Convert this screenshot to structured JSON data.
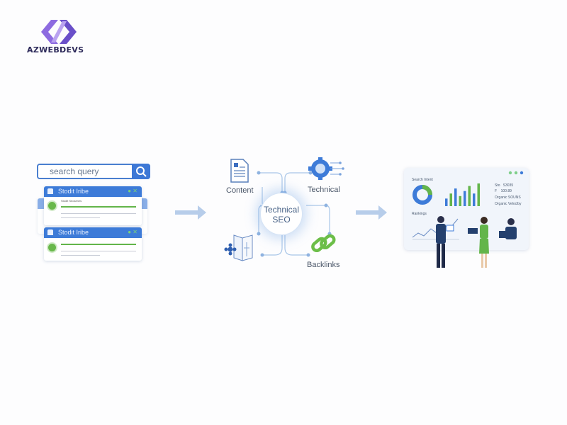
{
  "brand": {
    "name": "AZWEBDEVS",
    "colors": {
      "primary": "#7b5cd6",
      "dark": "#2d2a5a"
    }
  },
  "search_panel": {
    "search_placeholder": "search query",
    "search_icon": "magnifier-icon",
    "results": [
      {
        "title": "Stodit Iribe",
        "subtitle": "Stodit Seosenes"
      },
      {
        "title": "Stodit Iribe",
        "subtitle": ""
      }
    ]
  },
  "hub": {
    "center": "Technical SEO",
    "nodes": [
      {
        "label": "Content",
        "icon": "document-icon"
      },
      {
        "label": "Technical",
        "icon": "gear-circuit-icon"
      },
      {
        "label": "",
        "icon": "puzzle-map-icon"
      },
      {
        "label": "Backlinks",
        "icon": "chain-link-icon"
      }
    ]
  },
  "dashboard": {
    "search_intent": "Search Intent",
    "rankings": "Rankings",
    "stats": [
      {
        "k": "Sto",
        "v": "S3035"
      },
      {
        "k": "F",
        "v": "100.89"
      }
    ],
    "notes": [
      "Organic SOUNS",
      "Organic Veloclby"
    ],
    "bar_values": [
      3,
      5,
      7,
      4,
      6,
      8,
      5,
      9
    ]
  },
  "colors": {
    "accent": "#3d7bd8",
    "green": "#63b54a",
    "arrow": "#b7cdea"
  }
}
